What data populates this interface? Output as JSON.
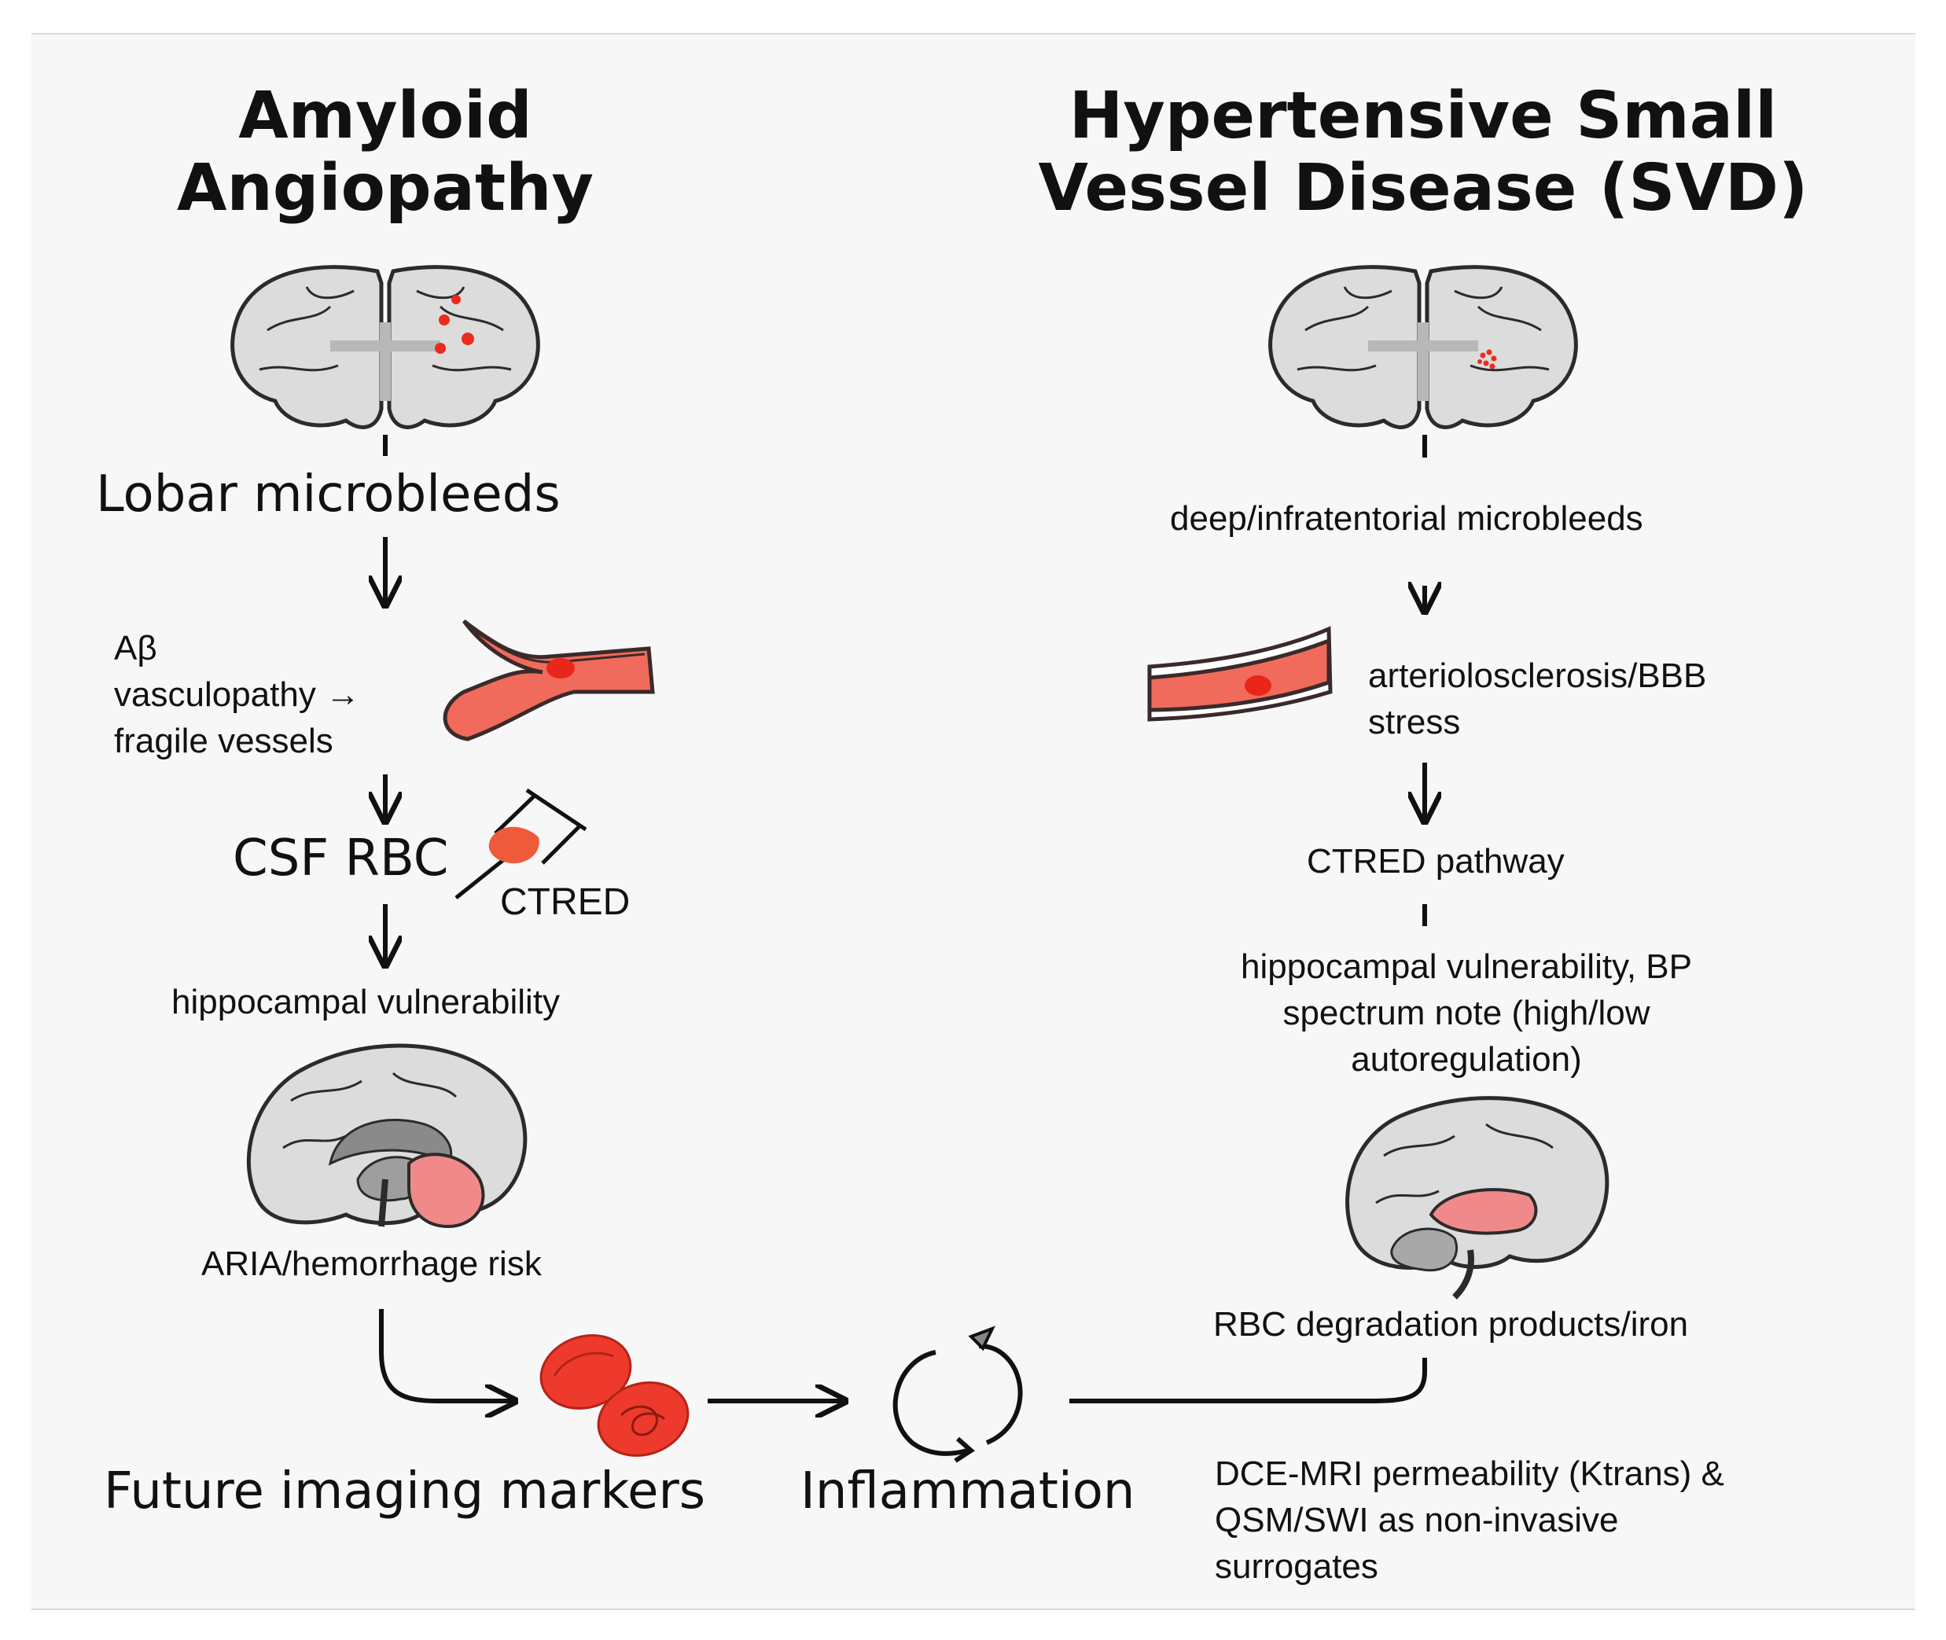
{
  "left": {
    "title_line1": "Amyloid",
    "title_line2": "Angiopathy",
    "step1": "Lobar microbleeds",
    "step2_line1": "Aβ",
    "step2_line2": "vasculopathy →",
    "step2_line3": "fragile vessels",
    "step3": "CSF RBC",
    "step3_tag": "CTRED",
    "step4": "hippocampal vulnerability",
    "step5": "ARIA/hemorrhage risk"
  },
  "right": {
    "title_line1": "Hypertensive Small",
    "title_line2": "Vessel Disease (SVD)",
    "step1": "deep/infratentorial microbleeds",
    "step2_line1": "arteriolosclerosis/BBB",
    "step2_line2": "stress",
    "step3": "CTRED pathway",
    "step4_line1": "hippocampal vulnerability, BP",
    "step4_line2": "spectrum note (high/low",
    "step4_line3": "autoregulation)",
    "step5": "RBC degradation products/iron",
    "note_line1": "DCE-MRI permeability (Ktrans) &",
    "note_line2": "QSM/SWI as non-invasive",
    "note_line3": "surrogates"
  },
  "bottom": {
    "imaging": "Future imaging markers",
    "inflammation": "Inflammation"
  },
  "colors": {
    "accent_red": "#ee3a2c",
    "vessel_fill": "#f06b5c",
    "vessel_stroke": "#3a2a2a",
    "brain_fill": "#dcdcdc",
    "brain_stroke": "#2b2b2b",
    "highlight_pink": "#f08a8a"
  },
  "icons": [
    "brain-front-icon",
    "blood-vessel-icon",
    "syringe-icon",
    "brain-sagittal-icon",
    "red-blood-cell-icon",
    "cycle-arrows-icon"
  ]
}
